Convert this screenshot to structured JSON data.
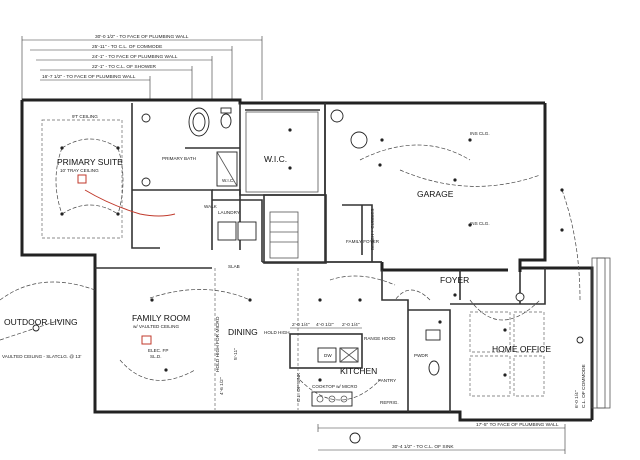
{
  "dimensions": {
    "d1": "30'-0 1/2\" - TO FACE OF PLUMBING WALL",
    "d2": "25'-11\" - TO C.L. OF COMMODE",
    "d3": "24'-1\" - TO FACE OF PLUMBING WALL",
    "d4": "22'-1\" - TO C.L. OF SHOWER",
    "d5": "16'-7 1/2\" - TO FACE OF PLUMBING WALL",
    "b1": "17'-5\" TO FACE OF PLUMBING WALL",
    "b2": "30'-4 1/2\" - TO C.L. OF SINK",
    "k1": "2'-0 1/4\"",
    "k2": "4'-0 1/2\"",
    "k3": "2'-0 1/4\"",
    "v1": "4'-6 1/2\"",
    "v2": "5'-11\"",
    "v3": "C.L. OF SINK",
    "v4": "6'-0 1/4\"",
    "v5": "C.L. OF COMMODE",
    "v6": "HOLD HIGH FOR MICRO"
  },
  "rooms": {
    "primary_suite": "PRIMARY SUITE",
    "primary_suite_note": "10' TRAY CEILING",
    "primary_suite_ceiling": "9'T CEILING",
    "primary_bath": "PRIMARY BATH",
    "wic": "W.I.C.",
    "garage": "GARAGE",
    "foyer": "FOYER",
    "family_room": "FAMILY ROOM",
    "family_room_note": "w/ VAULTED CEILING",
    "dining": "DINING",
    "kitchen": "KITCHEN",
    "home_office": "HOME OFFICE",
    "outdoor_living": "OUTDOOR LIVING",
    "outdoor_living_note": "VAULTED CEILING - SLATCLG. @ 13'",
    "laundry": "LAUNDRY",
    "family_foyer": "FAMILY FOYER",
    "bench": "BENCH + CUBBIES",
    "powder": "PWDR",
    "pantry": "PANTRY",
    "walk": "WALK",
    "wic_small": "W.I.C.",
    "slab": "SLAB",
    "sli": "SL.D.",
    "hold_high": "HOLD HIGH",
    "cooktop": "COOKTOP w/ MICRO",
    "fridge": "REFRIG.",
    "dw": "DW",
    "range_hood": "RANGE HOOD",
    "ins_clg": "INS CLG.",
    "ins_clg2": "INS CLG.",
    "fireplace": "ELEC. FP"
  }
}
